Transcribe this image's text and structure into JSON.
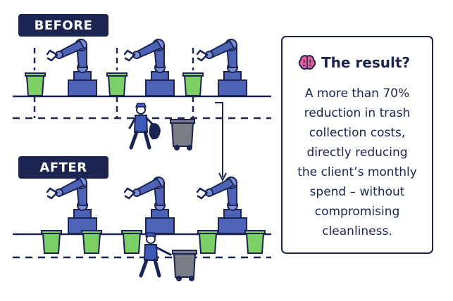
{
  "labels": {
    "before": "BEFORE",
    "after": "AFTER"
  },
  "result": {
    "title": "The result?",
    "icon": "brain-icon",
    "lines": [
      "A more than 70%",
      "reduction in trash",
      "collection costs,",
      "directly reducing",
      "the client’s monthly",
      "spend – without",
      "compromising",
      "cleanliness."
    ]
  },
  "colors": {
    "navy": "#1c2452",
    "robot_blue": "#4c63b6",
    "robot_light": "#7b8fd9",
    "bin_green": "#7dd065",
    "trash_gray": "#7a7d86",
    "worker_blue": "#3d5ab8",
    "brain_pink": "#e8609a"
  }
}
